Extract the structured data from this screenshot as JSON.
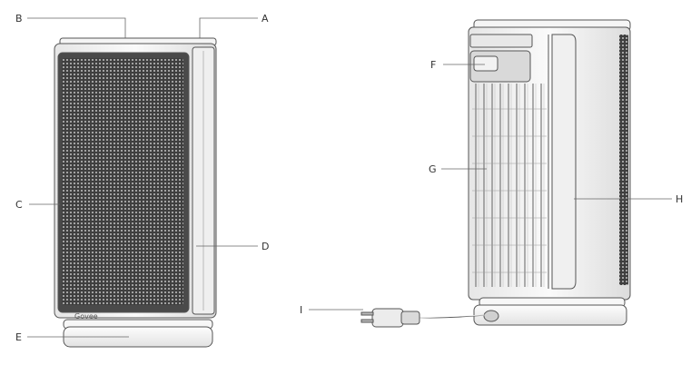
{
  "labels": {
    "a": "A",
    "b": "B",
    "c": "C",
    "d": "D",
    "e": "E",
    "f": "F",
    "g": "G",
    "h": "H",
    "i": "I"
  },
  "brand": "Govee",
  "colors": {
    "line": "#555555",
    "label": "#333333",
    "grille": "#5a5a5a",
    "body": "#f3f3f3"
  }
}
